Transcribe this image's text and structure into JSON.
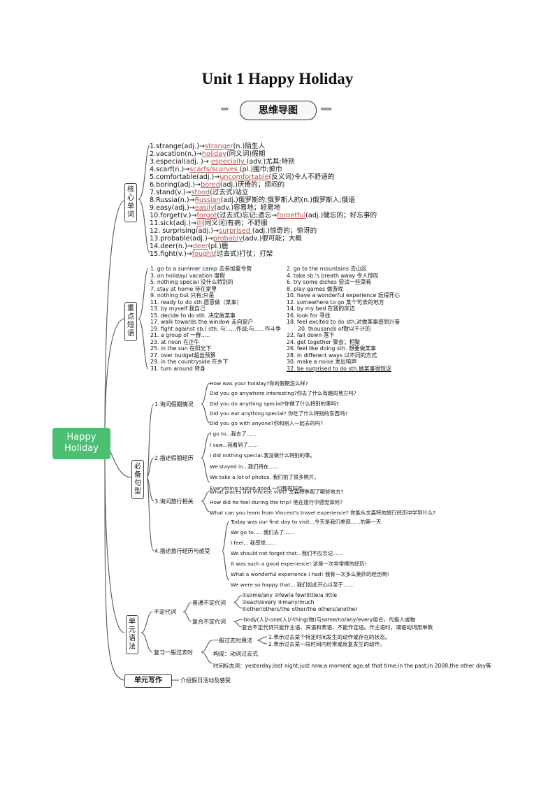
{
  "title": "Unit 1 Happy Holiday",
  "badge": "思维导图",
  "chev_left": "»»",
  "chev_right": "«««",
  "center": {
    "line1": "Happy",
    "line2": "Holiday"
  },
  "branches": {
    "vocab": [
      "核",
      "心",
      "单",
      "词"
    ],
    "phrases": [
      "重",
      "点",
      "短",
      "语"
    ],
    "sentences": [
      "必",
      "备",
      "句",
      "型"
    ],
    "grammar": [
      "单",
      "元",
      "语",
      "法"
    ],
    "writing": "单元写作"
  },
  "vocab": [
    {
      "a": "1.strange(adj.)→",
      "r": "stranger",
      "b": "(n.)陌生人"
    },
    {
      "a": "2.vacation(n.)→",
      "r": "holiday",
      "b": "(同义词)假期"
    },
    {
      "a": "3.especial(adj. )→ ",
      "r": "especially ",
      "b": "(adv.)尤其;特别"
    },
    {
      "a": "4.scarf(n.)→",
      "r": "scarfs/scarves ",
      "b": "(pl.)围巾;披巾"
    },
    {
      "a": "5.comfortable(adj.)→",
      "r": "uncomfortable",
      "b": "(反义词)令人不舒适的"
    },
    {
      "a": "6.boring(adj.)→",
      "r": "bored",
      "b": "(adj.)厌倦的；烦闷的"
    },
    {
      "a": "7.stand(v.)→",
      "r": "stood",
      "b": "(过去式)站立"
    },
    {
      "a": "8.Russia(n.)→",
      "r": "Russian",
      "b": "(adj.)俄罗斯的;俄罗斯人的(n.)俄罗斯人;俄语"
    },
    {
      "a": "9.easy(adj.)→",
      "r": "easily",
      "b": "(adv.)容易地；轻易地"
    },
    {
      "a": "10.forget(v.)→",
      "r": "forgot",
      "b": "(过去式)忘记;遗忘→",
      "r2": "forgetful",
      "b2": "(adj.)健忘的；好忘事的"
    },
    {
      "a": "11.sick(adj.)→",
      "r": "ill",
      "b": "(同义词)有病；不舒服"
    },
    {
      "a": "12. surprising(adj.)→",
      "r": "surprised ",
      "b": "(adj.)惊奇的；惊讶的"
    },
    {
      "a": "13.probable(adj.)→",
      "r": "probably",
      "b": "(adv.)很可能；大概"
    },
    {
      "a": "14.deer(n.)→",
      "r": "deer",
      "b": "(pl.)鹿"
    },
    {
      "a": "15.fight(v.)→",
      "r": "fought",
      "b": "(过去式)打仗；打架"
    }
  ],
  "phrases_left": [
    "1. go to a summer camp 去参加夏令营",
    "3. on holiday/ vacation 度假",
    "5. nothing special 没什么特别的",
    "7. stay at home 待在家里",
    "9. nothing but 只有;只是",
    "11. ready to do sth.愿意做（某事）",
    "13. by myself 我自己",
    "15. decide to do sth. 决定做某事",
    "17. walk towards the window 走向窗户",
    "19. fight against sb./ sth. 与......作战;与......作斗争",
    "21. a group of 一群.....",
    "23. at noon 在正午",
    "25. in the sun 在阳光下",
    "27. over budget超出预算",
    "29. in the countryside 在乡下",
    "31. turn around 转身"
  ],
  "phrases_right": [
    "2. go to the mountains 去山区",
    "4. take sb.'s breath away 令人惊叹",
    "6. try some dishes 尝试一些菜肴",
    "8. play games 做游戏",
    "10. have a wonderful experience 玩得开心",
    "12. somewhere to go 某个可去的地方",
    "14. by my bed 在我的床边",
    "16. look for 寻找",
    "18. feel excited to do sth.对做某事感到兴奋",
    "20. thousands of数以千计的",
    "22. fall down 落下",
    "24. get together 聚会；相聚",
    "26. feel like doing sth. 想要做某事",
    "28. in different ways 以不同的方式",
    "30. make a noise 发出响声",
    "32. be surprised to do sth.做某事很惊讶"
  ],
  "sentences": {
    "g1_label": "1.询问假期情况",
    "g1": [
      "How was your holiday?你的假期怎么样?",
      "Did you go anywhere interesting?你去了什么有趣的地方吗?",
      "Did you do anything special?你做了什么特别的事吗?",
      "Did you eat anything special? 你吃了什么特别的东西吗?",
      "Did you go with anyone?你和别人一起去的吗?"
    ],
    "g2_label": "2.描述假期经历",
    "g2": [
      "I go to...我去了......",
      "I saw...我看到了......",
      "I did nothing special.我没做什么特别的事。",
      "We stayed in...我们待在......",
      "We take a lot of photos. 我们拍了很多照片。",
      "Everything tasted good.一切都很好吃。"
    ],
    "g3_label": "3.询问旅行相关",
    "g3": [
      "What places did Vincent visit? 文森特参观了哪些地方?",
      "How did he feel during the trip? 他在旅行中感觉如何?",
      "What can you learn from Vincent's travel experience? 你能从文森特的旅行经历中学到什么?"
    ],
    "g4_label": "4.描述旅行经历与感受",
    "g4": [
      "Today was our first day to visit...今天是我们参观......的第一天",
      "We go to..... 我们去了......",
      "I feel... 我感觉......",
      "We should not forget that...我们不应忘记......",
      "It was such a good experience! 这是一次非常棒的经历!",
      "What a wonderful experience I had! 我有一次多么美妙的经历啊!",
      "We were so happy that... 我们如此开心以至于......"
    ]
  },
  "grammar": {
    "indef_label": "不定代词",
    "common_label": "普通不定代词",
    "common_items": [
      "①some/any   ②few/a few/little/a little",
      "③each/every   ④many/much",
      "⑤other/others/the other/the others/another"
    ],
    "compound_label": "复合不定代词",
    "compound_items": [
      "-body(人)/-one(人)/-thing(物)与some/no/any/every组合，代指人或物",
      "复合不定代词只能作主语、宾语和表语，不能作定语。作主语时，谓语动词用单数"
    ],
    "past_label": "复习一般过去时",
    "usage_label": "一般过去时用法",
    "usage_items": [
      "1.表示过去某个特定时间发生的动作或存在的状态。",
      "2.表示过去某一段时间内经常或反复发生的动作。"
    ],
    "form": "构成：动词过去式",
    "time_words": "时间标志词：yesterday;last night;just now;a moment ago;at that time;in the past;in 2008,the other day等"
  },
  "writing_text": "介绍假日活动及感受"
}
